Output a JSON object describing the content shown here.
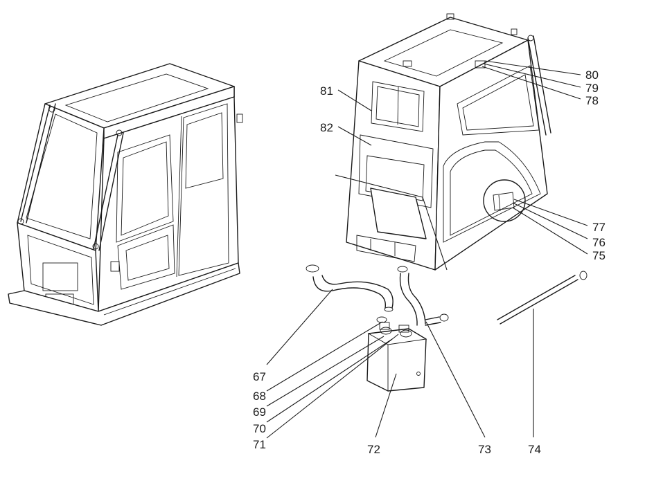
{
  "diagram": {
    "callouts": [
      {
        "id": "c67",
        "text": "67"
      },
      {
        "id": "c68",
        "text": "68"
      },
      {
        "id": "c69",
        "text": "69"
      },
      {
        "id": "c70",
        "text": "70"
      },
      {
        "id": "c71",
        "text": "71"
      },
      {
        "id": "c72",
        "text": "72"
      },
      {
        "id": "c73",
        "text": "73"
      },
      {
        "id": "c74",
        "text": "74"
      },
      {
        "id": "c75",
        "text": "75"
      },
      {
        "id": "c76",
        "text": "76"
      },
      {
        "id": "c77",
        "text": "77"
      },
      {
        "id": "c78",
        "text": "78"
      },
      {
        "id": "c79",
        "text": "79"
      },
      {
        "id": "c80",
        "text": "80"
      },
      {
        "id": "c81",
        "text": "81"
      },
      {
        "id": "c82",
        "text": "82"
      }
    ]
  }
}
